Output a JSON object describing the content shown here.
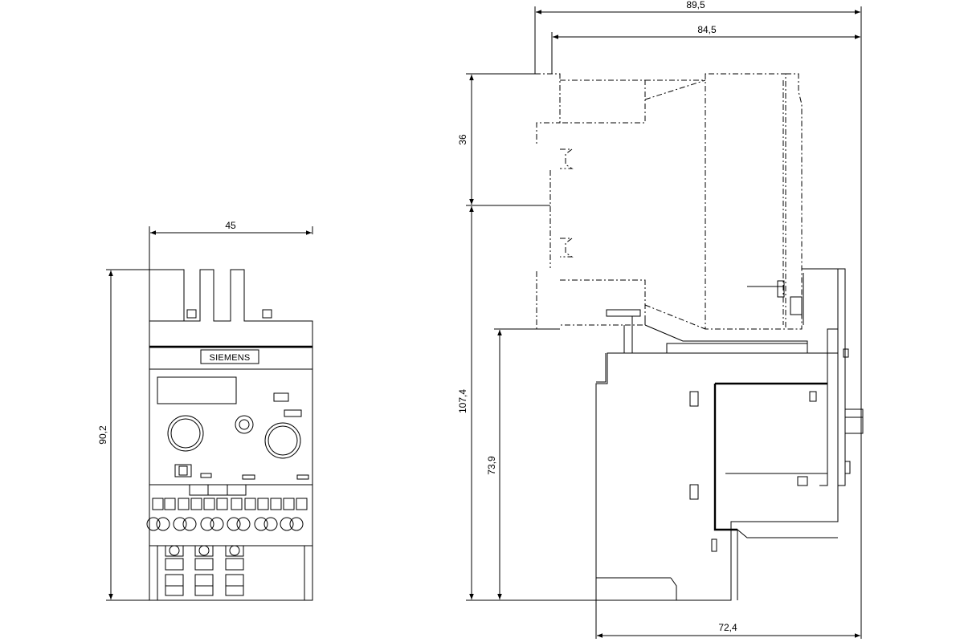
{
  "front_view": {
    "brand_label": "SIEMENS",
    "dim_width": "45",
    "dim_height": "90,2"
  },
  "side_view": {
    "dim_overall_depth": "89,5",
    "dim_depth_from_rail": "84,5",
    "dim_top_section": "36",
    "dim_total_height": "107,4",
    "dim_lower_height": "73,9",
    "dim_base_depth": "72,4"
  }
}
